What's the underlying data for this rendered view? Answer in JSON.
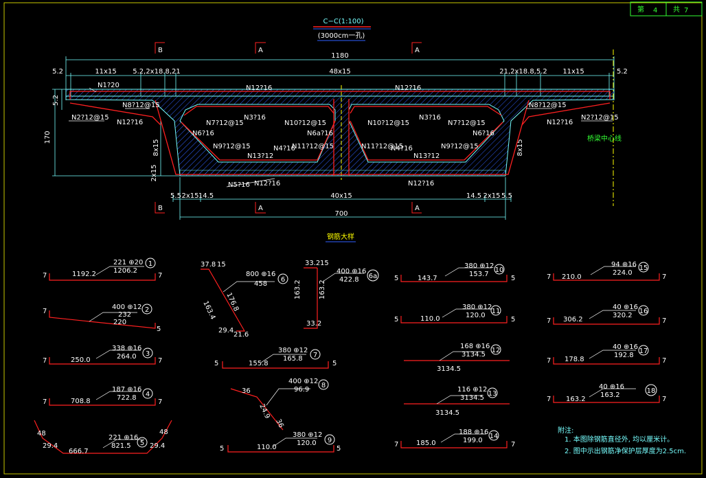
{
  "title_block": {
    "sheet_label": "第",
    "sheet_no": "4",
    "total_label": "共",
    "total_no": "7"
  },
  "section": {
    "title": "C−C(1:100)",
    "subtitle": "(3000cm一孔)"
  },
  "section_marks": {
    "b": "B",
    "a": "A"
  },
  "dims_top": {
    "overall": "1180",
    "left_edge": "5.2",
    "right_edge": "5.2",
    "left_pitch": "11x15",
    "right_pitch": "11x15",
    "middle": "48x15",
    "left_small": "5.2,2x18.8,21",
    "right_small": "21,2x18.8,5.2"
  },
  "dims_left": {
    "height": "170",
    "web": "8x15",
    "bottom": "2x15",
    "small": "5.2"
  },
  "dims_bottom": {
    "edge": "5.5",
    "pitch_left": "2x15",
    "mid_left": "14.5",
    "mid": "40x15",
    "mid_right": "14.5",
    "pitch_right": "2x15",
    "edge_right": "5.5",
    "overall": "700"
  },
  "centerline_label": "桥梁中心线",
  "section_bars": {
    "n1": "N1?20",
    "n12_top_l": "N12?16",
    "n12_top_r": "N12?16",
    "n8_l": "N8?12@15",
    "n8_r": "N8?12@15",
    "n2_l": "N2?12@15",
    "n2_r": "N2?12@15",
    "n12_side_l": "N12?16",
    "n12_side_r": "N12?16",
    "n7_l": "N7?12@15",
    "n7_r": "N7?12@15",
    "n3_l": "N3?16",
    "n3_r": "N3?16",
    "n10_l": "N10?12@15",
    "n10_r": "N10?12@15",
    "n6_l": "N6?16",
    "n6_r": "N6?16",
    "n6a": "N6a?16",
    "n9_l": "N9?12@15",
    "n9_r": "N9?12@15",
    "n4_l": "N4?16",
    "n4_r": "N4?16",
    "n11_l": "N11?12@15",
    "n11_r": "N11?12@15",
    "n13_l": "N13?12",
    "n13_r": "N13?12",
    "n5": "N5?16",
    "n12_bot_l": "N12?16",
    "n12_bot_r": "N12?16"
  },
  "detail_title": "钢筋大样",
  "bars": [
    {
      "no": "1",
      "spec": "221 ⊕20",
      "len": "1206.2",
      "seg": "1192.2",
      "hook_l": "7",
      "hook_r": "7"
    },
    {
      "no": "2",
      "spec": "400 ⊕12",
      "len": "232",
      "seg": "220",
      "hook_l": "7",
      "hook_r": "5"
    },
    {
      "no": "3",
      "spec": "338 ⊕16",
      "len": "264.0",
      "seg": "250.0",
      "hook_l": "7",
      "hook_r": "7"
    },
    {
      "no": "4",
      "spec": "187 ⊕16",
      "len": "722.8",
      "seg": "708.8",
      "hook_l": "7",
      "hook_r": "7"
    },
    {
      "no": "5",
      "spec": "221 ⊕16",
      "len": "821.5",
      "seg": "666.7",
      "a": "48",
      "b": "29.4",
      "c": "29.4",
      "d": "48"
    },
    {
      "no": "6",
      "spec": "800 ⊕16",
      "len": "458",
      "a": "37.8",
      "b": "15",
      "c": "163.4",
      "d": "176.8",
      "e": "29.4",
      "f": "21.6"
    },
    {
      "no": "6a",
      "spec": "400 ⊕16",
      "len": "422.8",
      "a": "33.2",
      "b": "15",
      "c": "163.2",
      "d": "163.2",
      "e": "33.2"
    },
    {
      "no": "7",
      "spec": "380 ⊕12",
      "len": "165.8",
      "seg": "155.8",
      "hook_l": "5",
      "hook_r": "5"
    },
    {
      "no": "8",
      "spec": "400 ⊕12",
      "len": "96.9",
      "a": "36",
      "b": "24.9",
      "c": "36"
    },
    {
      "no": "9",
      "spec": "380 ⊕12",
      "len": "120.0",
      "seg": "110.0",
      "hook_l": "5",
      "hook_r": "5"
    },
    {
      "no": "10",
      "spec": "380 ⊕12",
      "len": "153.7",
      "seg": "143.7",
      "hook_l": "5",
      "hook_r": "5"
    },
    {
      "no": "11",
      "spec": "380 ⊕12",
      "len": "120.0",
      "seg": "110.0",
      "hook_l": "5",
      "hook_r": "5"
    },
    {
      "no": "12",
      "spec": "168 ⊕16",
      "len": "3134.5",
      "seg": "3134.5"
    },
    {
      "no": "13",
      "spec": "116 ⊕12",
      "len": "3134.5",
      "seg": "3134.5"
    },
    {
      "no": "14",
      "spec": "188 ⊕16",
      "len": "199.0",
      "seg": "185.0",
      "hook_l": "7",
      "hook_r": "7"
    },
    {
      "no": "15",
      "spec": "94 ⊕16",
      "len": "224.0",
      "seg": "210.0",
      "hook_l": "7",
      "hook_r": "7"
    },
    {
      "no": "16",
      "spec": "40 ⊕16",
      "len": "320.2",
      "seg": "306.2",
      "hook_l": "7",
      "hook_r": "7"
    },
    {
      "no": "17",
      "spec": "40 ⊕16",
      "len": "192.8",
      "seg": "178.8",
      "hook_l": "7",
      "hook_r": "7"
    },
    {
      "no": "18",
      "spec": "40 ⊕16",
      "len": "163.2",
      "seg": "163.2",
      "hook_l": "7",
      "hook_r": "7"
    }
  ],
  "notes": {
    "heading": "附注:",
    "line1": "1. 本图除钢筋直径外, 均以厘米计。",
    "line2": "2. 图中示出钢筋净保护层厚度为2.5cm."
  },
  "colors": {
    "background": "#000000",
    "frame": "#c8c800",
    "concrete": "#00ffff",
    "rebar": "#ff2020",
    "text": "#ffffff",
    "hatch": "#3060ff"
  }
}
